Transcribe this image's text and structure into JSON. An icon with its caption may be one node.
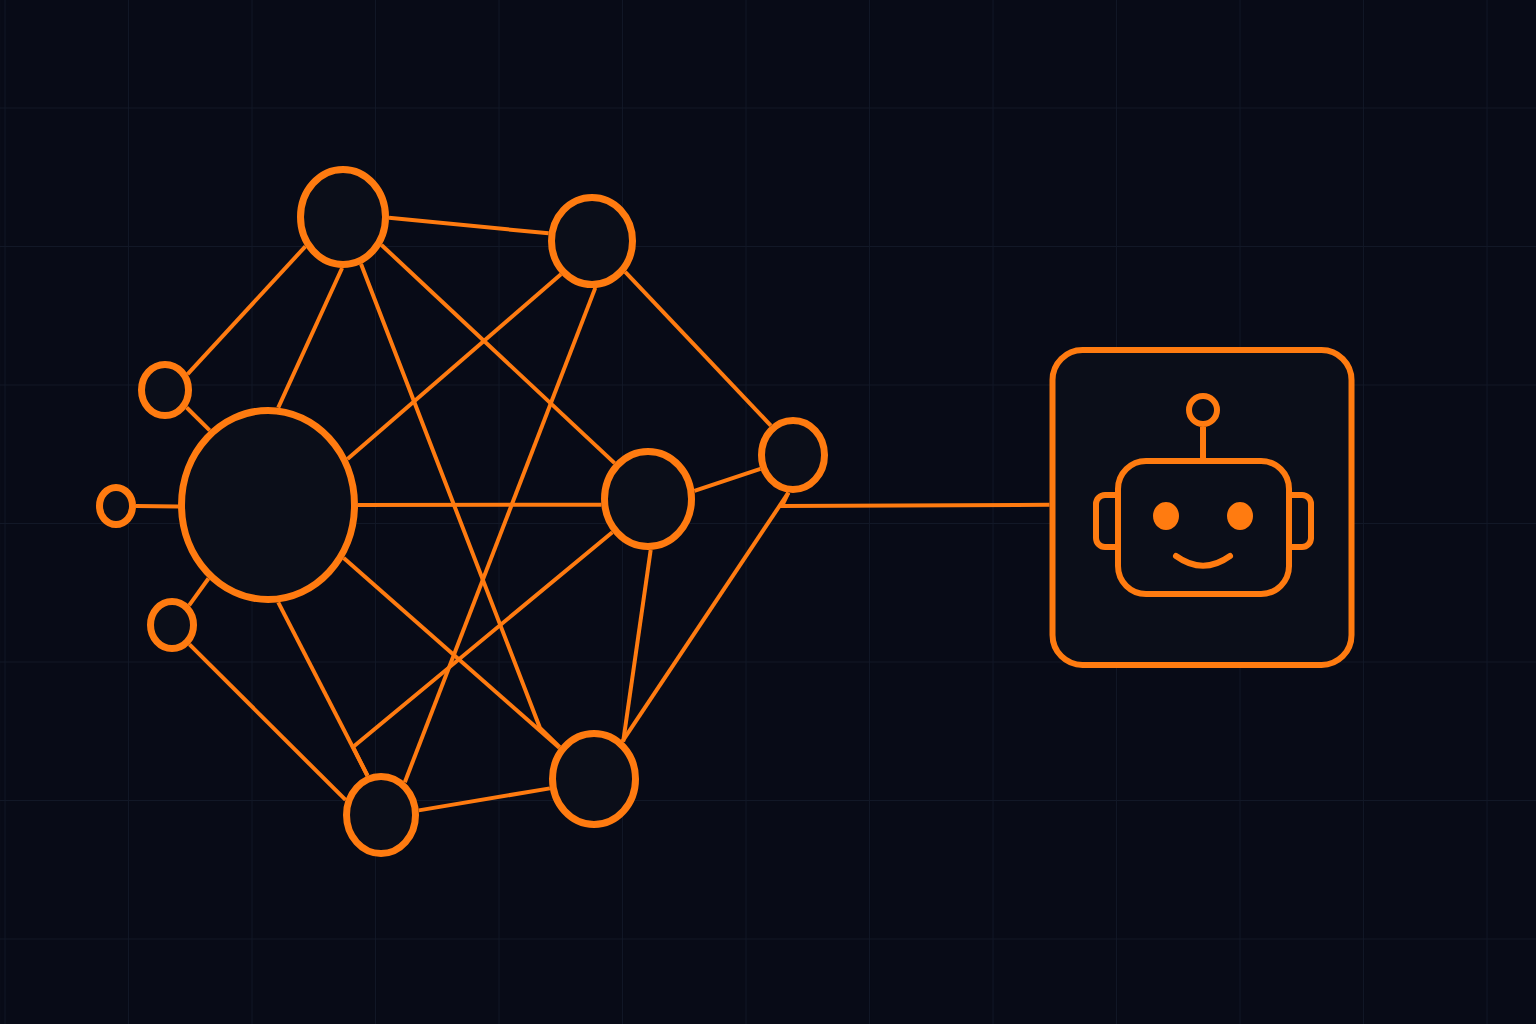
{
  "diagram": {
    "nodes": [
      {
        "text": [],
        "shape": "circle"
      },
      {
        "text": [],
        "shape": "circle"
      },
      {
        "text": [],
        "shape": "circle"
      },
      {
        "text": [],
        "shape": "circle"
      },
      {
        "text": [],
        "shape": "circle"
      },
      {
        "text": [],
        "shape": "circle"
      },
      {
        "text": [],
        "shape": "circle"
      },
      {
        "text": [],
        "shape": "circle"
      },
      {
        "text": [],
        "shape": "circle"
      },
      {
        "text": [],
        "shape": "circle"
      },
      {
        "text": [],
        "shape": "box"
      },
      {
        "text": [],
        "shape": "picture",
        "in": 10
      }
    ],
    "edges": [
      {
        "from": 0,
        "to": 1,
        "arrow": "none"
      },
      {
        "from": 0,
        "to": 2,
        "arrow": "none"
      },
      {
        "from": 0,
        "to": 4,
        "arrow": "none"
      },
      {
        "from": 0,
        "to": 6,
        "arrow": "none"
      },
      {
        "from": 0,
        "to": 9,
        "arrow": "none"
      },
      {
        "from": 1,
        "to": 4,
        "arrow": "none"
      },
      {
        "from": 1,
        "to": 8,
        "arrow": "none"
      },
      {
        "from": 1,
        "to": 7,
        "arrow": "none"
      },
      {
        "from": 2,
        "to": 4,
        "arrow": "none"
      },
      {
        "from": 3,
        "to": 4,
        "arrow": "none"
      },
      {
        "from": 5,
        "to": 4,
        "arrow": "none"
      },
      {
        "from": 5,
        "to": 8,
        "arrow": "none"
      },
      {
        "from": 4,
        "to": 6,
        "arrow": "none"
      },
      {
        "from": 4,
        "to": 9,
        "arrow": "none"
      },
      {
        "from": 4,
        "to": 8,
        "arrow": "none"
      },
      {
        "from": 6,
        "to": 8,
        "arrow": "none"
      },
      {
        "from": 6,
        "to": 7,
        "arrow": "none"
      },
      {
        "from": 6,
        "to": 9,
        "arrow": "none"
      },
      {
        "from": 7,
        "to": 9,
        "arrow": "none"
      },
      {
        "from": 8,
        "to": 9,
        "arrow": "none"
      },
      {
        "from": 7,
        "to": 10,
        "arrow": "none"
      }
    ]
  }
}
